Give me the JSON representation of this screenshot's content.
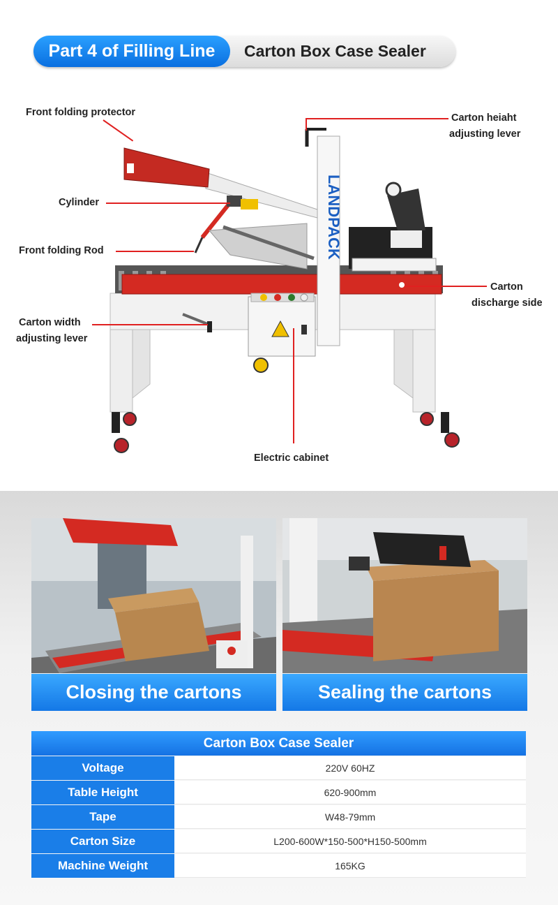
{
  "header": {
    "part_label": "Part 4 of Filling Line",
    "product_title": "Carton Box Case Sealer"
  },
  "diagram": {
    "brand_mark": "LANDPACK",
    "callouts": {
      "front_folding_protector": "Front folding protector",
      "cylinder": "Cylinder",
      "front_folding_rod": "Front folding Rod",
      "carton_width_line1": "Carton width",
      "carton_width_line2": "adjusting lever",
      "carton_height_line1": "Carton heiaht",
      "carton_height_line2": "adjusting lever",
      "discharge_line1": "Carton",
      "discharge_line2": "discharge side",
      "electric_cabinet": "Electric cabinet"
    }
  },
  "photos": [
    {
      "caption": "Closing the cartons"
    },
    {
      "caption": "Sealing the cartons"
    }
  ],
  "specs": {
    "title": "Carton Box Case Sealer",
    "rows": [
      {
        "label": "Voltage",
        "value": "220V 60HZ"
      },
      {
        "label": "Table Height",
        "value": "620-900mm"
      },
      {
        "label": "Tape",
        "value": "W48-79mm"
      },
      {
        "label": "Carton Size",
        "value": "L200-600W*150-500*H150-500mm"
      },
      {
        "label": "Machine Weight",
        "value": "165KG"
      }
    ]
  },
  "colors": {
    "accent_blue": "#1a7ee8",
    "machine_red": "#d42a22",
    "leader_red": "#e02020"
  }
}
